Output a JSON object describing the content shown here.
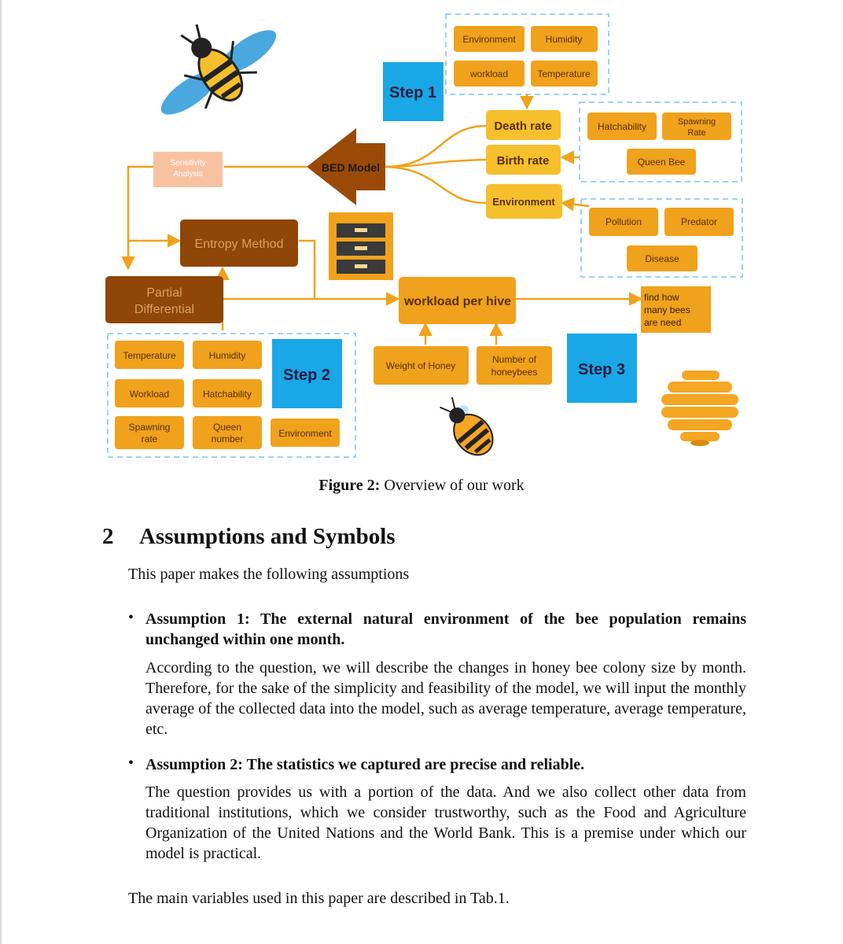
{
  "diagram": {
    "step1": "Step 1",
    "step2": "Step 2",
    "step3": "Step 3",
    "bed_model": "BED Model",
    "sensitivity": [
      "Sensitivity",
      "Analysis"
    ],
    "entropy": "Entropy Method",
    "partial": [
      "Partial",
      "Differential"
    ],
    "step1_factors": [
      "Environment",
      "Humidity",
      "workload",
      "Temperature"
    ],
    "rates": [
      "Death rate",
      "Birth rate",
      "Environment"
    ],
    "birth_factors": {
      "hatchability": "Hatchability",
      "spawning": [
        "Spawning",
        "Rate"
      ],
      "queen": "Queen Bee"
    },
    "env_factors": [
      "Pollution",
      "Predator",
      "Disease"
    ],
    "workload_hive": "workload per hive",
    "find_bees": [
      "find how",
      "many bees",
      "are need"
    ],
    "weight_honey": "Weight of Honey",
    "num_bees": [
      "Number of",
      "honeybees"
    ],
    "step2_factors": {
      "temperature": "Temperature",
      "humidity": "Humidity",
      "workload": "Workload",
      "hatchability": "Hatchability",
      "spawning": [
        "Spawning",
        "rate"
      ],
      "queen": [
        "Queen",
        "number"
      ],
      "environment": "Environment"
    }
  },
  "caption": {
    "label": "Figure 2:",
    "text": "Overview of our work"
  },
  "section": {
    "number": "2",
    "title": "Assumptions and Symbols"
  },
  "intro": "This paper makes the following assumptions",
  "assumptions": [
    {
      "bullet": "•",
      "title": "Assumption 1: The external natural environment of the bee population remains unchanged within one month.",
      "body": "According to the question, we will describe the changes in honey bee colony size by month. Therefore, for the sake of the simplicity and feasibility of the model, we will input the monthly average of the collected data into the model, such as average temperature, average temperature, etc."
    },
    {
      "bullet": "•",
      "title": "Assumption 2: The statistics we captured are precise and reliable.",
      "body": "The question provides us with a portion of the data. And we also collect other data from traditional institutions, which we consider trustworthy, such as the Food and Agriculture Organization of the United Nations and the World Bank. This is a premise under which our model is practical."
    }
  ],
  "closing": "The main variables used in this paper are described in Tab.1.",
  "colors": {
    "orange": "#f0a21c",
    "dark_orange": "#d98c0e",
    "brown": "#8f4607",
    "blue": "#1aa7e6",
    "dash": "#7ec4e8",
    "salmon": "#f8c2a1"
  }
}
